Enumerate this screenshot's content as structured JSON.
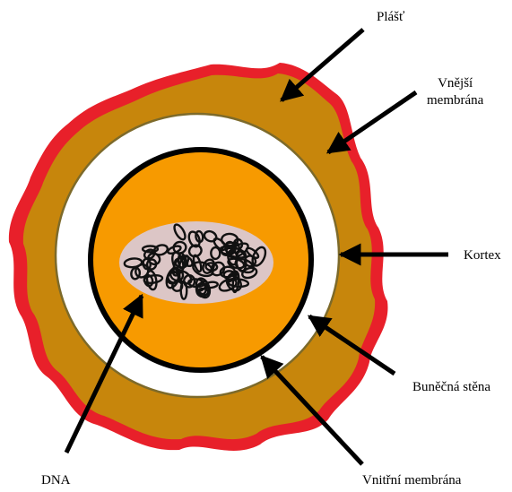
{
  "colors": {
    "coat_outer": "#e8202a",
    "coat": "#c7860c",
    "outer_membrane": "#7d6a2a",
    "cortex": "#ffffff",
    "cell_wall": "#000000",
    "core": "#f79a00",
    "nucleoid_halo": "#dcc6c6",
    "dna": "#111111",
    "arrow": "#000000"
  },
  "labels": {
    "coat": "Plášť",
    "outer_membrane_line1": "Vnější",
    "outer_membrane_line2": "membrána",
    "cortex": "Kortex",
    "cell_wall": "Buněčná stěna",
    "dna": "DNA",
    "inner_membrane": "Vnitřní membrána"
  }
}
